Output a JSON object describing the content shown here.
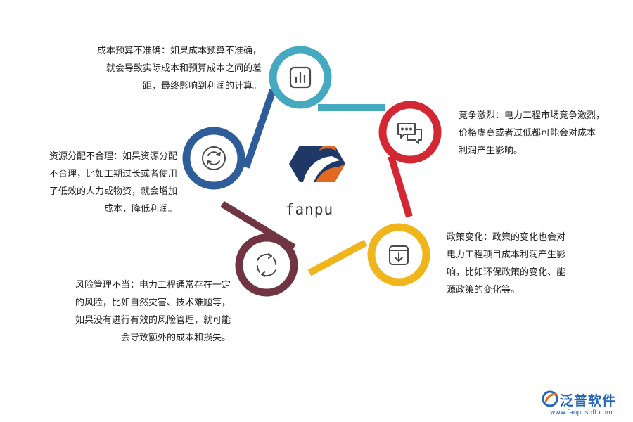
{
  "brand": {
    "logo_text": "fanpu"
  },
  "watermark": {
    "name": "泛普软件",
    "url": "www.fanpusoft.com"
  },
  "colors": {
    "teal": "#45a9c0",
    "red": "#d32733",
    "yellow": "#f1b51c",
    "maroon": "#713443",
    "navy": "#2f5d9a",
    "icon": "#4a4a4a",
    "logo_dark": "#1f3868",
    "logo_orange": "#e06a1f"
  },
  "nodes": [
    {
      "icon": "bar-chart-icon",
      "color": "teal",
      "lines": [
        "成本预算不准确：如果成本预算不准确，",
        "就会导致实际成本和预算成本之间的差",
        "距，最终影响到利润的计算。"
      ]
    },
    {
      "icon": "chat-icon",
      "color": "red",
      "lines": [
        "竞争激烈：电力工程市场竞争激烈，",
        "价格虚高或者过低都可能会对成本",
        "利润产生影响。"
      ]
    },
    {
      "icon": "refresh-icon",
      "color": "navy",
      "lines": [
        "资源分配不合理：如果资源分配",
        "不合理，比如工期过长或者使用",
        "了低效的人力或物资，就会增加",
        "成本，降低利润。"
      ]
    },
    {
      "icon": "download-icon",
      "color": "yellow",
      "lines": [
        "政策变化：政策的变化也会对",
        "电力工程项目成本利润产生影",
        "响，比如环保政策的变化、能",
        "源政策的变化等。"
      ]
    },
    {
      "icon": "cycle-icon",
      "color": "maroon",
      "lines": [
        "风险管理不当：电力工程通常存在一定",
        "的风险，比如自然灾害、技术难题等，",
        "如果没有进行有效的风险管理，就可能",
        "会导致额外的成本和损失。"
      ]
    }
  ]
}
